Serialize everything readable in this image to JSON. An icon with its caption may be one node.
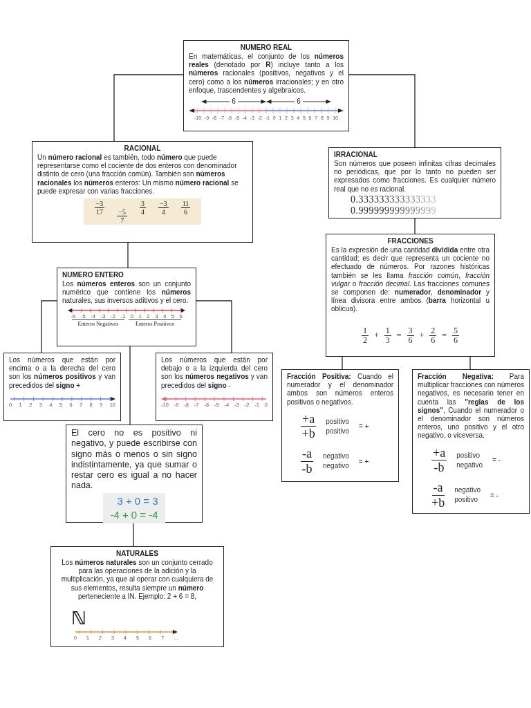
{
  "diagram": {
    "nodes": [
      {
        "text": [
          "NUMERO REAL",
          "En matemáticas, el conjunto de los **números reales** (denotado por **R**) incluye tanto a los **números** racionales (positivos, negativos y el cero) como a los **números** irracionales; y en otro enfoque, trascendentes y algebraicos.",
          "6",
          "6",
          "-10 -9 -8 -7 -6 -5 -4 -3 -2 -1 0 1 2 3 4 5 6 7 8 9 10"
        ]
      },
      {
        "text": [
          "RACIONAL",
          "Un **número racional** es también, todo **número** que puede representarse como el cociente de dos enteros con denominador distinto de cero (una fracción común). También son **números racionales** los **números** enteros: Un mismo **número racional** se puede expresar con varias fracciones.",
          "−3",
          "17",
          "−5",
          "7",
          "3",
          "4",
          "−3",
          "4",
          "11",
          "6"
        ]
      },
      {
        "text": [
          "IRRACIONAL",
          "Son números que poseen infinitas cifras decimales no periódicas, que por lo tanto no pueden ser expresados como fracciones. Es cualquier número real que no es racional.",
          "0.333333333333333",
          "0.999999999999999"
        ]
      },
      {
        "text": [
          "FRACCIONES",
          "Es la expresión de una cantidad **dividida** entre otra cantidad; es decir que representa un cociente no efectuado de números. Por razones históricas también se les llama *fracción común*, *fracción vulgar* o *fracción decimal*. Las fracciones comunes se componen de: **numerador**, **denominador** y línea divisora entre ambos (**barra** horizontal u oblicua).",
          "1",
          "2",
          "+",
          "1",
          "3",
          "=",
          "3",
          "6",
          "+",
          "2",
          "6",
          "=",
          "5",
          "6"
        ]
      },
      {
        "text": [
          "NUMERO ENTERO",
          "Los **números enteros** son un conjunto numérico que contiene los **números** naturales, sus inversos aditivos y el cero.",
          "-6 -5 -4 -3 -2 -1 0 1 2 3 4 5 6",
          "Enteros Negativos",
          "Enteros Positivos"
        ]
      },
      {
        "text": [
          "Los números que están por encima o a la derecha del cero son los **números positivos** y van precedidos del **signo** +",
          "0 1 2 3 4 5 6 7 8 9 10"
        ]
      },
      {
        "text": [
          "Los números que están por debajo o a la izquierda del cero son los **números negativos** y van precedidos del **signo** -",
          "-10 -9 -8 -7 -6 -5 -4 -3 -2 -1 0"
        ]
      },
      {
        "text": [
          "El cero no es positivo ni negativo, y puede escribirse con signo más o menos o sin signo indistintamente, ya que sumar o restar cero es igual a no hacer nada.",
          "3 + 0 = 3",
          "-4 + 0 = -4"
        ]
      },
      {
        "text": [
          "NATURALES",
          "Los **números naturales** son un conjunto cerrado para las operaciones de la adición y la multiplicación, ya que al operar con cualquiera de sus elementos, resulta siempre un **número** perteneciente a IN. Ejemplo: 2 + 6 = 8,",
          "ℕ",
          "0 1 2 3 4 5 6 7 ..."
        ]
      },
      {
        "text": [
          "**Fracción Positiva:** Cuando el numerador y el denominador ambos son números enteros positivos o negativos.",
          "+a",
          "+b",
          "positivo",
          "positivo",
          "= +",
          "-a",
          "-b",
          "negativo",
          "negativo",
          "= +"
        ]
      },
      {
        "text": [
          "**Fracción Negativa:** Para multiplicar fracciones con números negativos, es necesario tener en cuenta las **\"reglas de los signos\"**, Cuando el numerador o el denominador son números enteros, uno positivo y el otro negativo, o viceversa.",
          "+a",
          "-b",
          "positivo",
          "negativo",
          "= -",
          "-a",
          "+b",
          "negativo",
          "positivo",
          "= -"
        ]
      }
    ],
    "edges": [
      {
        "from": 0,
        "to": 1,
        "arrow": "none"
      },
      {
        "from": 0,
        "to": 2,
        "arrow": "none"
      },
      {
        "from": 1,
        "to": 4,
        "arrow": "none"
      },
      {
        "from": 4,
        "to": 5,
        "arrow": "none"
      },
      {
        "from": 4,
        "to": 6,
        "arrow": "none"
      },
      {
        "from": 4,
        "to": 7,
        "arrow": "none"
      },
      {
        "from": 7,
        "to": 8,
        "arrow": "none"
      },
      {
        "from": 2,
        "to": 3,
        "arrow": "none"
      },
      {
        "from": 3,
        "to": 9,
        "arrow": "none"
      },
      {
        "from": 3,
        "to": 10,
        "arrow": "none"
      }
    ]
  }
}
